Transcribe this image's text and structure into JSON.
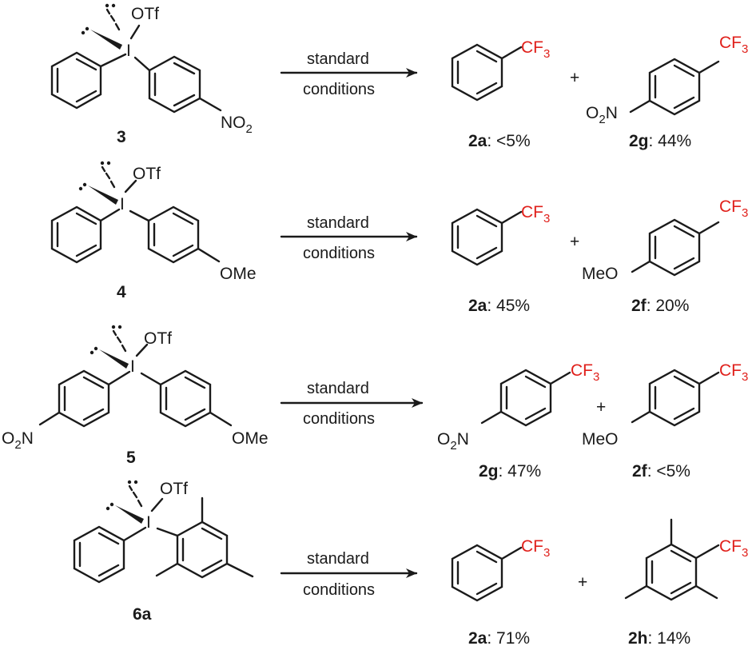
{
  "colors": {
    "cf3": "#e0201b",
    "ink": "#1a1a1a"
  },
  "labels": {
    "otf": "OTf",
    "iodine": "I",
    "no2_main": "NO",
    "no2_sub": "2",
    "o2n_o": "O",
    "o2n_sub": "2",
    "o2n_n": "N",
    "ome": "OMe",
    "meo": "MeO",
    "cf_main": "CF",
    "cf_sub": "3",
    "plus": "+"
  },
  "rows": [
    {
      "reactant": "3",
      "condition_top": "standard",
      "condition_bottom": "conditions",
      "products": [
        {
          "id": "2a",
          "yield": ": <5%"
        },
        {
          "id": "2g",
          "yield": ": 44%"
        }
      ]
    },
    {
      "reactant": "4",
      "condition_top": "standard",
      "condition_bottom": "conditions",
      "products": [
        {
          "id": "2a",
          "yield": ": 45%"
        },
        {
          "id": "2f",
          "yield": ": 20%"
        }
      ]
    },
    {
      "reactant": "5",
      "condition_top": "standard",
      "condition_bottom": "conditions",
      "products": [
        {
          "id": "2g",
          "yield": ": 47%"
        },
        {
          "id": "2f",
          "yield": ": <5%"
        }
      ]
    },
    {
      "reactant": "6a",
      "condition_top": "standard",
      "condition_bottom": "conditions",
      "products": [
        {
          "id": "2a",
          "yield": ": 71%"
        },
        {
          "id": "2h",
          "yield": ": 14%"
        }
      ]
    }
  ]
}
